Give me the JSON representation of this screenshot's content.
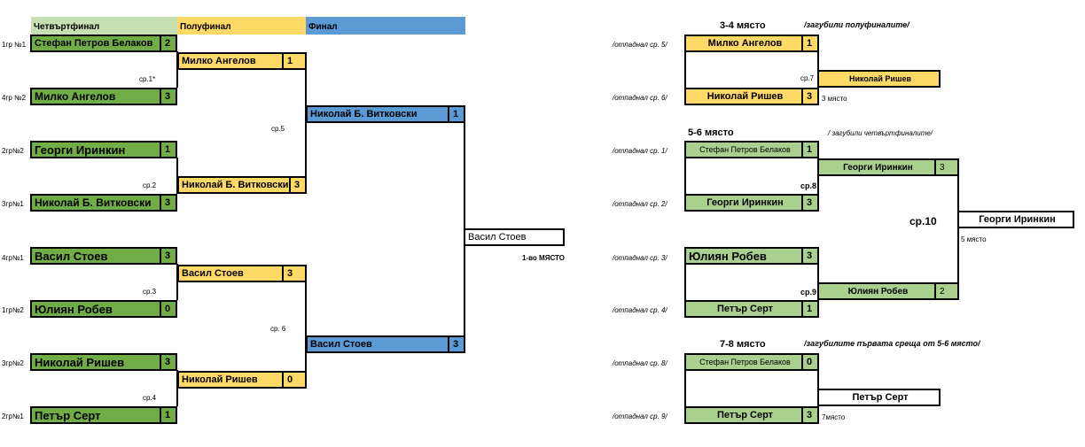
{
  "headers": {
    "quarterfinal": "Четвъртфинал",
    "semifinal": "Полуфинал",
    "final": "Финал"
  },
  "main": {
    "qf": [
      {
        "seed": "1гр №1",
        "name": "Стефан Петров Белаков",
        "score": "2"
      },
      {
        "seed": "4гр №2",
        "name": "Милко Ангелов",
        "score": "3"
      },
      {
        "seed": "2гр№2",
        "name": "Георги Иринкин",
        "score": "1"
      },
      {
        "seed": "3гр№1",
        "name": "Николай Б. Витковски",
        "score": "3"
      },
      {
        "seed": "4гр№1",
        "name": "Васил Стоев",
        "score": "3"
      },
      {
        "seed": "1гр№2",
        "name": "Юлиян Робев",
        "score": "0"
      },
      {
        "seed": "3гр№2",
        "name": "Николай Ришев",
        "score": "3"
      },
      {
        "seed": "2гр№1",
        "name": "Петър Серт",
        "score": "1"
      }
    ],
    "match_labels": {
      "m1": "ср.1*",
      "m2": "ср.2",
      "m3": "ср.3",
      "m4": "ср.4",
      "m5": "ср.5",
      "m6": "ср. 6"
    },
    "sf": [
      {
        "name": "Милко Ангелов",
        "score": "1"
      },
      {
        "name": "Николай Б. Витковски",
        "score": "3"
      },
      {
        "name": "Васил Стоев",
        "score": "3"
      },
      {
        "name": "Николай Ришев",
        "score": "0"
      }
    ],
    "final": [
      {
        "name": "Николай Б. Витковски",
        "score": "1"
      },
      {
        "name": "Васил Стоев",
        "score": "3"
      }
    ],
    "winner": {
      "name": "Васил Стоев",
      "place": "1-во МЯСТО"
    }
  },
  "p34": {
    "title": "3-4 място",
    "note": "/загубили полуфиналите/",
    "slots": [
      {
        "from": "/отпаднал ср. 5/",
        "name": "Милко Ангелов",
        "score": "1"
      },
      {
        "from": "/отпаднал ср. 6/",
        "name": "Николай Ришев",
        "score": "3"
      }
    ],
    "match": "ср.7",
    "winner": "Николай Ришев",
    "place": "3 място"
  },
  "p56": {
    "title": "5-6 място",
    "note": "/ загубили четвъртфиналите/",
    "slots": [
      {
        "from": "/отпаднал ср. 1/",
        "name": "Стефан Петров Белаков",
        "score": "1"
      },
      {
        "from": "/отпаднал ср. 2/",
        "name": "Георги Иринкин",
        "score": "3"
      },
      {
        "from": "/отпаднал ср. 3/",
        "name": "Юлиян Робев",
        "score": "3"
      },
      {
        "from": "/отпаднал ср. 4/",
        "name": "Петър Серт",
        "score": "1"
      }
    ],
    "semis": [
      {
        "match": "ср.8",
        "name": "Георги Иринкин",
        "score": "3"
      },
      {
        "match": "ср.9",
        "name": "Юлиян Робев",
        "score": "2"
      }
    ],
    "final_match": "ср.10",
    "winner": "Георги Иринкин",
    "place": "5 място"
  },
  "p78": {
    "title": "7-8 място",
    "note": "/загубилите първата среща от 5-6 място/",
    "slots": [
      {
        "from": "/отпаднал ср. 8/",
        "name": "Стефан Петров Белаков",
        "score": "0"
      },
      {
        "from": "/отпаднал ср. 9/",
        "name": "Петър Серт",
        "score": "3"
      }
    ],
    "winner": "Петър Серт",
    "place": "7място"
  }
}
